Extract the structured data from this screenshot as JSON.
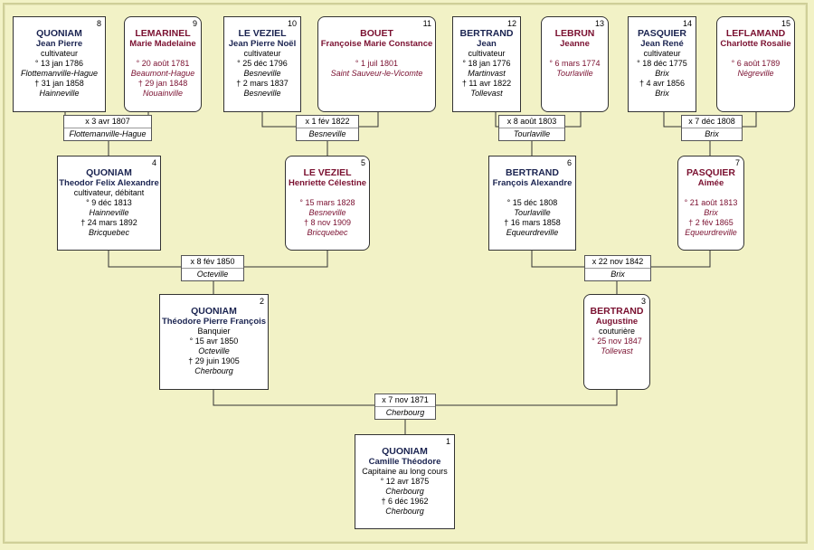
{
  "persons": {
    "p1": {
      "num": "1",
      "surname": "QUONIAM",
      "given": "Camille Théodore",
      "occupation": "Capitaine au long cours",
      "birth": "° 12 avr 1875",
      "birth_place": "Cherbourg",
      "death": "† 6 déc 1962",
      "death_place": "Cherbourg"
    },
    "p2": {
      "num": "2",
      "surname": "QUONIAM",
      "given": "Théodore Pierre François",
      "occupation": "Banquier",
      "birth": "° 15 avr 1850",
      "birth_place": "Octeville",
      "death": "† 29 juin 1905",
      "death_place": "Cherbourg"
    },
    "p3": {
      "num": "3",
      "surname": "BERTRAND",
      "given": "Augustine",
      "occupation": "couturière",
      "birth": "° 25 nov 1847",
      "birth_place": "Tollevast",
      "death": "",
      "death_place": ""
    },
    "p4": {
      "num": "4",
      "surname": "QUONIAM",
      "given": "Theodor Felix Alexandre",
      "occupation": "cultivateur, débitant",
      "birth": "° 9 déc 1813",
      "birth_place": "Hainneville",
      "death": "† 24 mars 1892",
      "death_place": "Bricquebec"
    },
    "p5": {
      "num": "5",
      "surname": "LE VEZIEL",
      "given": "Henriette Célestine",
      "occupation": "",
      "birth": "° 15 mars 1828",
      "birth_place": "Besneville",
      "death": "† 8 nov 1909",
      "death_place": "Bricquebec"
    },
    "p6": {
      "num": "6",
      "surname": "BERTRAND",
      "given": "François Alexandre",
      "occupation": "",
      "birth": "° 15 déc 1808",
      "birth_place": "Tourlaville",
      "death": "† 16 mars 1858",
      "death_place": "Equeurdreville"
    },
    "p7": {
      "num": "7",
      "surname": "PASQUIER",
      "given": "Aimée",
      "occupation": "",
      "birth": "° 21 août 1813",
      "birth_place": "Brix",
      "death": "† 2 fév 1865",
      "death_place": "Equeurdreville"
    },
    "p8": {
      "num": "8",
      "surname": "QUONIAM",
      "given": "Jean Pierre",
      "occupation": "cultivateur",
      "birth": "° 13 jan 1786",
      "birth_place": "Flottemanville-Hague",
      "death": "† 31 jan 1858",
      "death_place": "Hainneville"
    },
    "p9": {
      "num": "9",
      "surname": "LEMARINEL",
      "given": "Marie Madelaine",
      "occupation": "",
      "birth": "° 20 août 1781",
      "birth_place": "Beaumont-Hague",
      "death": "† 29 jan 1848",
      "death_place": "Nouainville"
    },
    "p10": {
      "num": "10",
      "surname": "LE VEZIEL",
      "given": "Jean Pierre Noël",
      "occupation": "cultivateur",
      "birth": "° 25 déc 1796",
      "birth_place": "Besneville",
      "death": "† 2 mars 1837",
      "death_place": "Besneville"
    },
    "p11": {
      "num": "11",
      "surname": "BOUET",
      "given": "Françoise Marie Constance",
      "occupation": "",
      "birth": "° 1 juil 1801",
      "birth_place": "Saint Sauveur-le-Vicomte",
      "death": "",
      "death_place": ""
    },
    "p12": {
      "num": "12",
      "surname": "BERTRAND",
      "given": "Jean",
      "occupation": "cultivateur",
      "birth": "° 18 jan 1776",
      "birth_place": "Martinvast",
      "death": "† 11 avr 1822",
      "death_place": "Tollevast"
    },
    "p13": {
      "num": "13",
      "surname": "LEBRUN",
      "given": "Jeanne",
      "occupation": "",
      "birth": "° 6 mars 1774",
      "birth_place": "Tourlaville",
      "death": "",
      "death_place": ""
    },
    "p14": {
      "num": "14",
      "surname": "PASQUIER",
      "given": "Jean René",
      "occupation": "cultivateur",
      "birth": "° 18 déc 1775",
      "birth_place": "Brix",
      "death": "† 4 avr 1856",
      "death_place": "Brix"
    },
    "p15": {
      "num": "15",
      "surname": "LEFLAMAND",
      "given": "Charlotte Rosalie",
      "occupation": "",
      "birth": "° 6 août 1789",
      "birth_place": "Négreville",
      "death": "",
      "death_place": ""
    }
  },
  "marriages": {
    "m1": {
      "date": "x 7 nov 1871",
      "place": "Cherbourg"
    },
    "m2": {
      "date": "x 8 fév 1850",
      "place": "Octeville"
    },
    "m3": {
      "date": "x 22 nov 1842",
      "place": "Brix"
    },
    "m4": {
      "date": "x 3 avr 1807",
      "place": "Flottemanville-Hague"
    },
    "m5": {
      "date": "x 1 fév 1822",
      "place": "Besneville"
    },
    "m6": {
      "date": "x 8 août 1803",
      "place": "Tourlaville"
    },
    "m7": {
      "date": "x 7 déc 1808",
      "place": "Brix"
    }
  }
}
